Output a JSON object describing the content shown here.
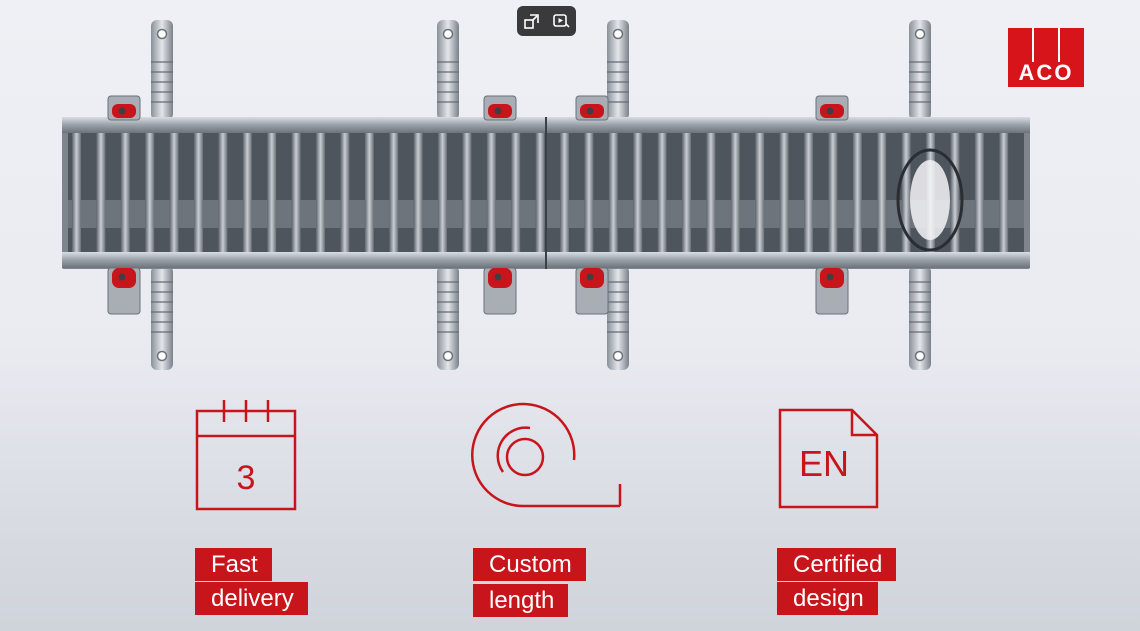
{
  "brand": {
    "logo_text": "ACO",
    "accent_color": "#c8141b"
  },
  "player": {
    "controls": [
      {
        "name": "minimize-player-icon"
      },
      {
        "name": "video-assist-icon"
      }
    ]
  },
  "features": [
    {
      "icon": "calendar-icon",
      "icon_text": "3",
      "label_line1": "Fast",
      "label_line2": "delivery"
    },
    {
      "icon": "tape-measure-icon",
      "label_line1": "Custom",
      "label_line2": "length"
    },
    {
      "icon": "certificate-document-icon",
      "icon_text": "EN",
      "label_line1": "Certified",
      "label_line2": "design"
    }
  ]
}
